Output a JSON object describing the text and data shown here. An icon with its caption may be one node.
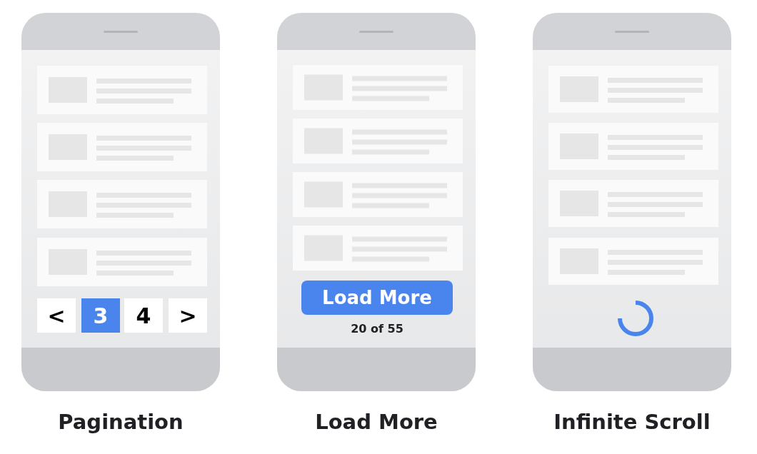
{
  "diagram": {
    "nodes": [
      {
        "text": [
          "Pagination"
        ]
      },
      {
        "text": [
          "<"
        ],
        "in": 0
      },
      {
        "text": [
          "3"
        ],
        "in": 0
      },
      {
        "text": [
          "4"
        ],
        "in": 0
      },
      {
        "text": [
          ">"
        ],
        "in": 0
      },
      {
        "text": [
          "Load More"
        ]
      },
      {
        "text": [
          "Load More"
        ],
        "in": 5,
        "beside": [
          "20 of 55"
        ]
      },
      {
        "text": [
          "Infinite Scroll"
        ]
      }
    ]
  }
}
